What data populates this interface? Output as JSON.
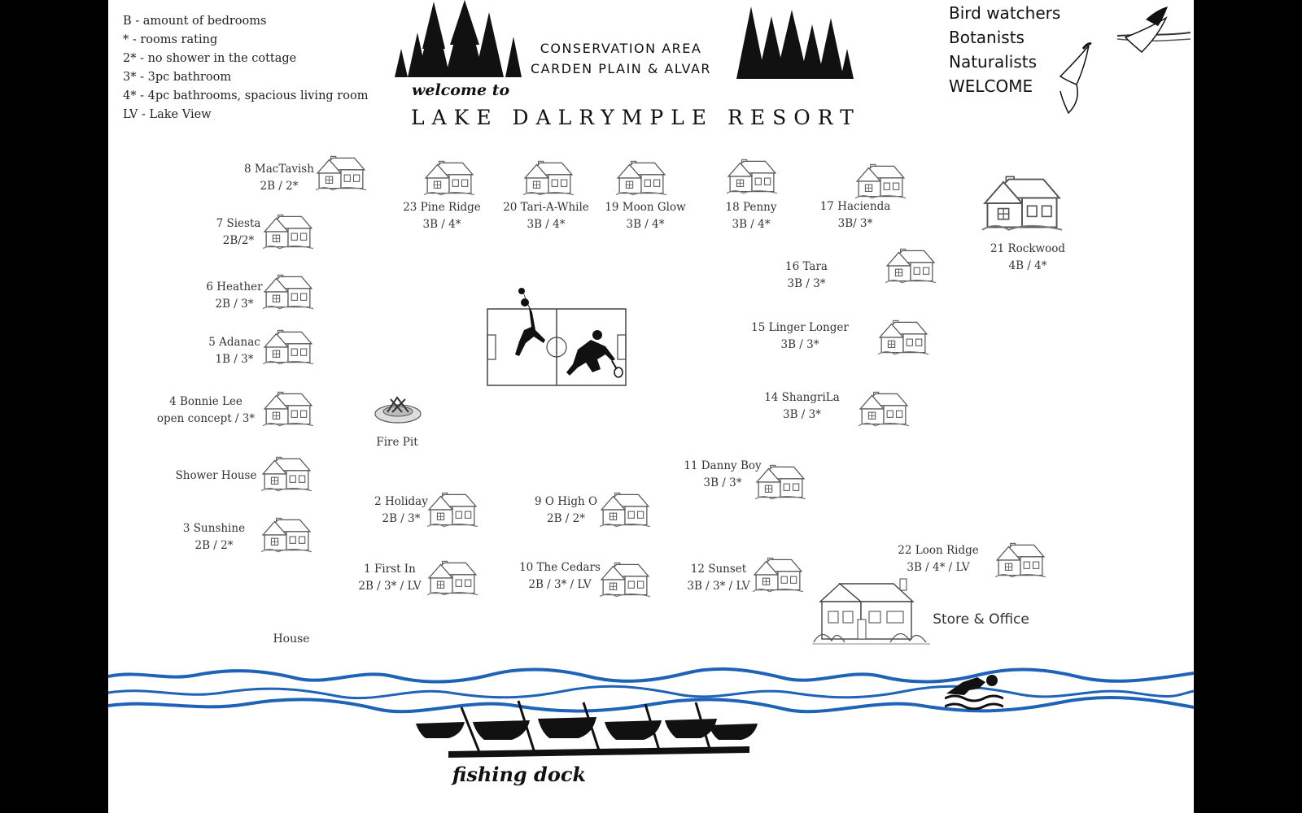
{
  "legend": [
    "B - amount of bedrooms",
    " * - rooms rating",
    "2* - no shower in the cottage",
    "3* - 3pc bathroom",
    "4* - 4pc bathrooms, spacious living room",
    "LV - Lake View"
  ],
  "header": {
    "conservation_line1": "CONSERVATION AREA",
    "conservation_line2": "CARDEN PLAIN  & ALVAR",
    "welcome": "welcome to",
    "resort_name": "LAKE DALRYMPLE RESORT"
  },
  "greeting": [
    "Bird watchers",
    "Botanists",
    "Naturalists",
    "WELCOME"
  ],
  "cottages": [
    {
      "id": "8",
      "name": "8 MacTavish",
      "info": "2B / 2*"
    },
    {
      "id": "7",
      "name": "7 Siesta",
      "info": "2B/2*"
    },
    {
      "id": "6",
      "name": "6 Heather",
      "info": "2B / 3*"
    },
    {
      "id": "5",
      "name": "5 Adanac",
      "info": "1B / 3*"
    },
    {
      "id": "4",
      "name": "4 Bonnie Lee",
      "info": "open concept / 3*"
    },
    {
      "id": "sh",
      "name": "Shower House",
      "info": ""
    },
    {
      "id": "3",
      "name": "3 Sunshine",
      "info": "2B / 2*"
    },
    {
      "id": "23",
      "name": "23 Pine Ridge",
      "info": "3B / 4*"
    },
    {
      "id": "20",
      "name": "20 Tari-A-While",
      "info": "3B / 4*"
    },
    {
      "id": "19",
      "name": "19 Moon Glow",
      "info": "3B / 4*"
    },
    {
      "id": "18",
      "name": "18 Penny",
      "info": "3B / 4*"
    },
    {
      "id": "17",
      "name": "17 Hacienda",
      "info": "3B/ 3*"
    },
    {
      "id": "21",
      "name": "21 Rockwood",
      "info": "4B / 4*"
    },
    {
      "id": "16",
      "name": "16 Tara",
      "info": "3B / 3*"
    },
    {
      "id": "15",
      "name": "15 Linger Longer",
      "info": "3B / 3*"
    },
    {
      "id": "14",
      "name": "14  ShangriLa",
      "info": "3B / 3*"
    },
    {
      "id": "11",
      "name": "11 Danny Boy",
      "info": "3B / 3*"
    },
    {
      "id": "2",
      "name": "2 Holiday",
      "info": "2B / 3*"
    },
    {
      "id": "9",
      "name": "9 O High O",
      "info": "2B / 2*"
    },
    {
      "id": "1",
      "name": "1 First In",
      "info": "2B / 3* / LV"
    },
    {
      "id": "10",
      "name": "10 The Cedars",
      "info": "2B / 3* / LV"
    },
    {
      "id": "12",
      "name": "12 Sunset",
      "info": "3B / 3* / LV"
    },
    {
      "id": "22",
      "name": "22 Loon Ridge",
      "info": "3B / 4* / LV"
    }
  ],
  "landmarks": {
    "fire_pit": "Fire Pit",
    "store": "Store & Office",
    "house": "House",
    "fishing_dock": "fishing dock"
  },
  "colors": {
    "water": "#1f63b8",
    "ink": "#111111",
    "background": "#ffffff"
  }
}
